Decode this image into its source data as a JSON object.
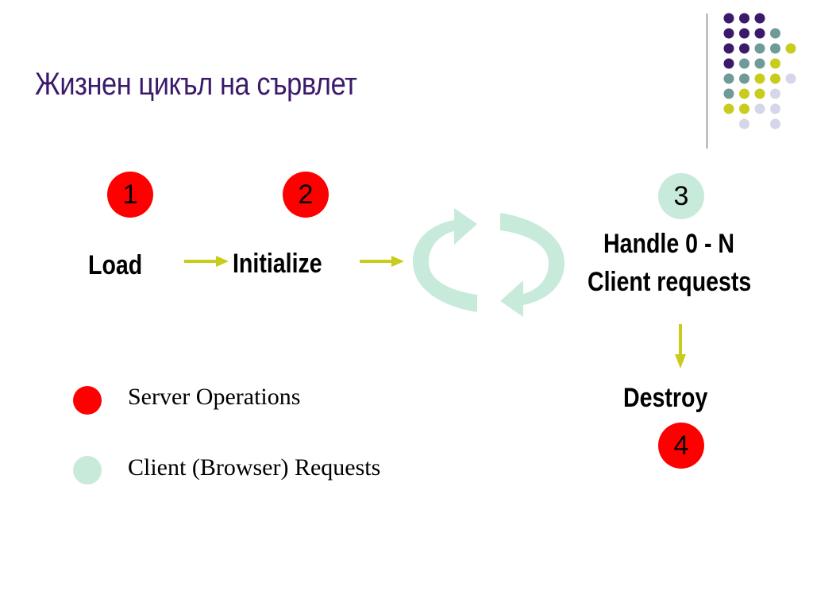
{
  "title": "Жизнен цикъл на сървлет",
  "colors": {
    "title": "#3b1a6b",
    "server": "#ff0000",
    "client": "#c8eadb",
    "arrow": "#c8cc1c",
    "cycle": "#c8eadb"
  },
  "steps": {
    "load": {
      "number": "1",
      "label": "Load"
    },
    "initialize": {
      "number": "2",
      "label": "Initialize"
    },
    "handle": {
      "number": "3",
      "label_line1": "Handle 0 - N",
      "label_line2": "Client requests"
    },
    "destroy": {
      "number": "4",
      "label": "Destroy"
    }
  },
  "legend": {
    "server": "Server Operations",
    "client": "Client (Browser) Requests"
  },
  "icons": {
    "cycle": "cycle-arrows-icon",
    "arrow": "arrow-right-icon"
  }
}
